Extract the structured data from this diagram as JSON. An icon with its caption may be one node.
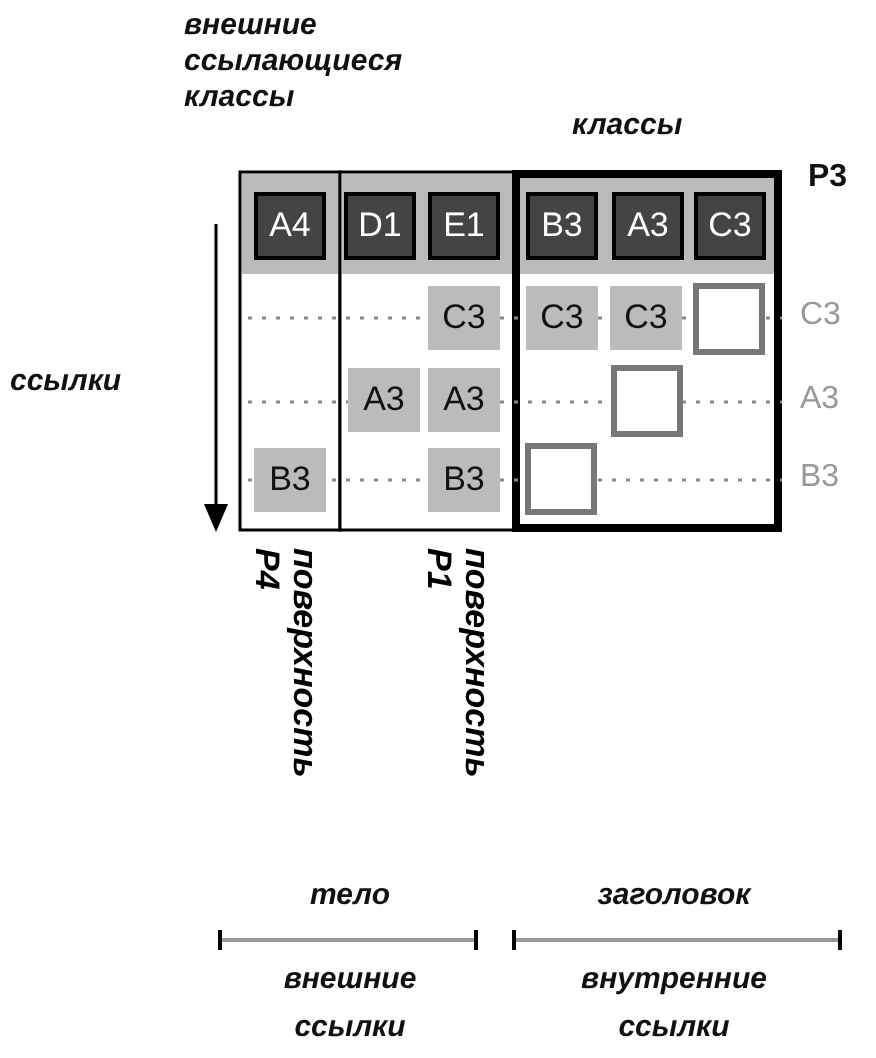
{
  "diagram": {
    "labels": [
      "внешние ссылающиеся классы",
      "классы",
      "P3",
      "A4",
      "D1",
      "E1",
      "B3",
      "A3",
      "C3",
      "C3",
      "C3",
      "C3",
      "C3",
      "ссылки",
      "A3",
      "A3",
      "A3",
      "B3",
      "B3",
      "B3",
      "поверхность P4",
      "поверхность P1",
      "тело",
      "заголовок",
      "внешние ссылки",
      "внутренние ссылки"
    ]
  }
}
